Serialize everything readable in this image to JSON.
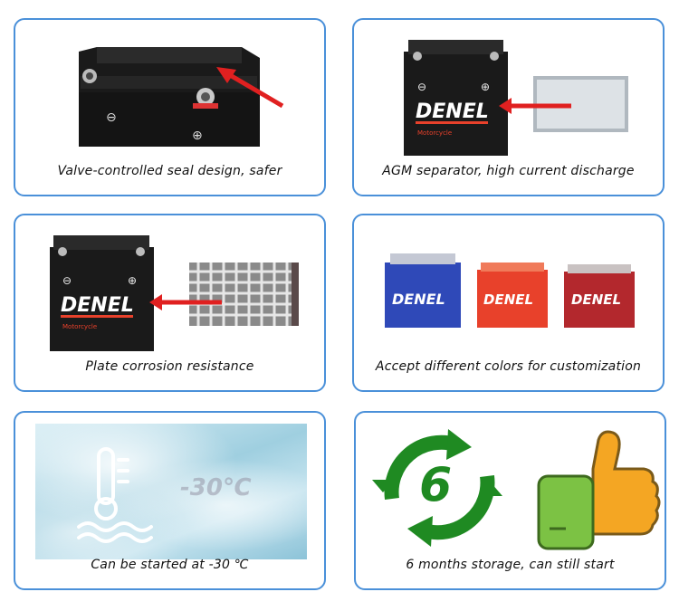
{
  "brand": "DENEL",
  "battery_label": "Motorcycle",
  "cards": [
    {
      "caption": "Valve-controlled seal design, safer"
    },
    {
      "caption": "AGM separator, high current discharge"
    },
    {
      "caption": "Plate corrosion resistance"
    },
    {
      "caption": "Accept different colors for customization"
    },
    {
      "caption": "Can be started at -30 ℃"
    },
    {
      "caption": "6 months storage, can still start"
    }
  ],
  "temperature_text": "-30℃",
  "storage_number": "6",
  "colors": {
    "border": "#4a90d9",
    "arrow": "#e02020",
    "battery_black": "#1a1a1a",
    "battery_blue": "#2f49b8",
    "battery_red": "#e8412b",
    "battery_maroon": "#b3282d",
    "recycle_green": "#1f8a22",
    "thumb_green": "#7cc244",
    "thumb_orange": "#f4a623"
  }
}
